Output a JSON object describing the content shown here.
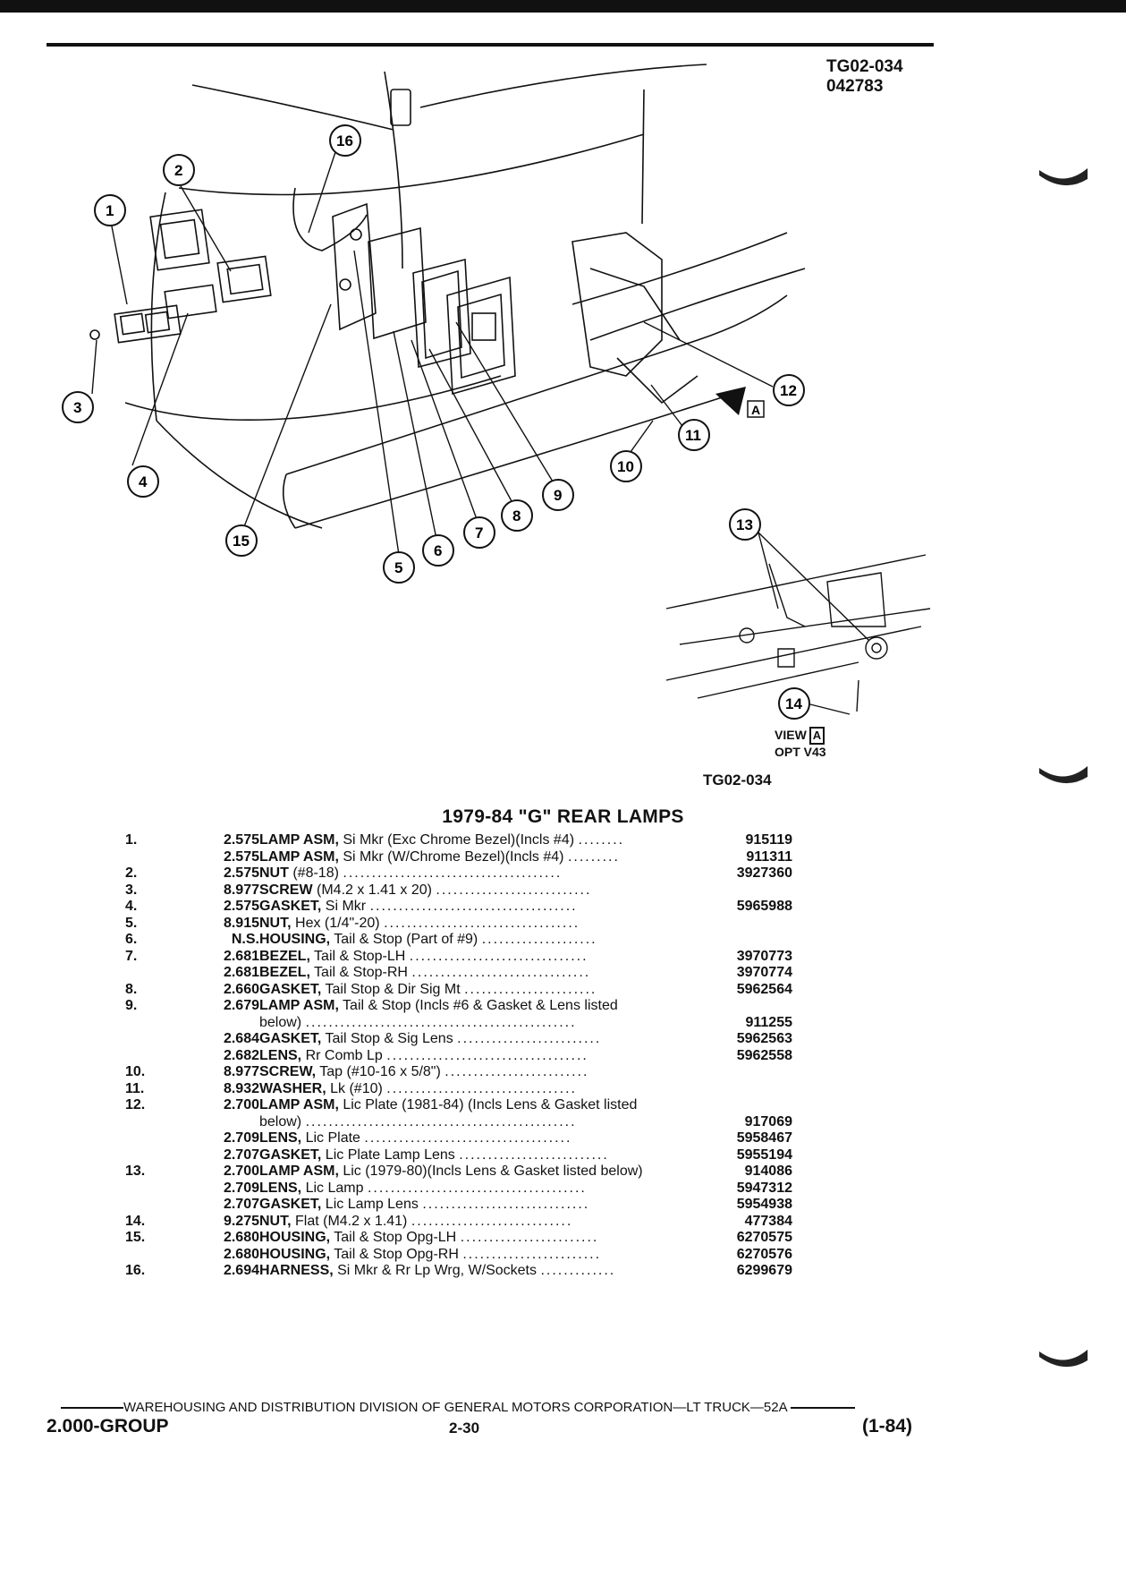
{
  "header": {
    "ref_code": "TG02-034",
    "ref_number": "042783"
  },
  "figure": {
    "caption": "TG02-034",
    "view_label": "VIEW",
    "view_letter": "A",
    "view_option": "OPT V43",
    "callouts": [
      "1",
      "2",
      "3",
      "4",
      "5",
      "6",
      "7",
      "8",
      "9",
      "10",
      "11",
      "12",
      "13",
      "14",
      "15",
      "16"
    ]
  },
  "title": "1979-84 \"G\" REAR LAMPS",
  "parts": [
    {
      "idx": "1.",
      "grp": "2.575",
      "name": "LAMP ASM,",
      "detail": " Si Mkr (Exc Chrome Bezel)(Incls #4)",
      "dots": "........",
      "pn": "915119"
    },
    {
      "idx": "",
      "grp": "2.575",
      "name": "LAMP ASM,",
      "detail": " Si Mkr (W/Chrome Bezel)(Incls #4)",
      "dots": ".........",
      "pn": "911311"
    },
    {
      "idx": "2.",
      "grp": "2.575",
      "name": "NUT",
      "detail": " (#8-18)",
      "dots": "......................................",
      "pn": "3927360"
    },
    {
      "idx": "3.",
      "grp": "8.977",
      "name": "SCREW",
      "detail": " (M4.2 x 1.41 x 20)",
      "dots": "...........................",
      "pn": ""
    },
    {
      "idx": "4.",
      "grp": "2.575",
      "name": "GASKET,",
      "detail": " Si Mkr",
      "dots": "....................................",
      "pn": "5965988"
    },
    {
      "idx": "5.",
      "grp": "8.915",
      "name": "NUT,",
      "detail": " Hex (1/4\"-20)",
      "dots": "..................................",
      "pn": ""
    },
    {
      "idx": "6.",
      "grp": "N.S.",
      "name": "HOUSING,",
      "detail": " Tail & Stop (Part of #9)",
      "dots": "....................",
      "pn": ""
    },
    {
      "idx": "7.",
      "grp": "2.681",
      "name": "BEZEL,",
      "detail": " Tail & Stop-LH",
      "dots": "...............................",
      "pn": "3970773"
    },
    {
      "idx": "",
      "grp": "2.681",
      "name": "BEZEL,",
      "detail": " Tail & Stop-RH",
      "dots": "...............................",
      "pn": "3970774"
    },
    {
      "idx": "8.",
      "grp": "2.660",
      "name": "GASKET,",
      "detail": " Tail Stop & Dir Sig Mt",
      "dots": ".......................",
      "pn": "5962564"
    },
    {
      "idx": "9.",
      "grp": "2.679",
      "name": "LAMP ASM,",
      "detail": " Tail & Stop (Incls #6 & Gasket & Lens listed",
      "dots": "",
      "pn": ""
    },
    {
      "idx": "",
      "grp": "",
      "name": "",
      "detail": "below)",
      "dots": "...............................................",
      "pn": "911255"
    },
    {
      "idx": "",
      "grp": "2.684",
      "name": "GASKET,",
      "detail": " Tail Stop & Sig Lens",
      "dots": ".........................",
      "pn": "5962563"
    },
    {
      "idx": "",
      "grp": "2.682",
      "name": "LENS,",
      "detail": " Rr Comb Lp",
      "dots": "...................................",
      "pn": "5962558"
    },
    {
      "idx": "10.",
      "grp": "8.977",
      "name": "SCREW,",
      "detail": " Tap (#10-16 x 5/8\")",
      "dots": ".........................",
      "pn": ""
    },
    {
      "idx": "11.",
      "grp": "8.932",
      "name": "WASHER,",
      "detail": " Lk (#10)",
      "dots": ".................................",
      "pn": ""
    },
    {
      "idx": "12.",
      "grp": "2.700",
      "name": "LAMP ASM,",
      "detail": " Lic Plate (1981-84) (Incls Lens & Gasket listed",
      "dots": "",
      "pn": ""
    },
    {
      "idx": "",
      "grp": "",
      "name": "",
      "detail": "below)",
      "dots": "...............................................",
      "pn": "917069"
    },
    {
      "idx": "",
      "grp": "2.709",
      "name": "LENS,",
      "detail": " Lic Plate",
      "dots": "....................................",
      "pn": "5958467"
    },
    {
      "idx": "",
      "grp": "2.707",
      "name": "GASKET,",
      "detail": " Lic Plate Lamp Lens",
      "dots": "..........................",
      "pn": "5955194"
    },
    {
      "idx": "13.",
      "grp": "2.700",
      "name": "LAMP ASM,",
      "detail": " Lic (1979-80)(Incls Lens & Gasket listed below)",
      "dots": "",
      "pn": "914086"
    },
    {
      "idx": "",
      "grp": "2.709",
      "name": "LENS,",
      "detail": " Lic Lamp",
      "dots": "......................................",
      "pn": "5947312"
    },
    {
      "idx": "",
      "grp": "2.707",
      "name": "GASKET,",
      "detail": " Lic Lamp Lens",
      "dots": ".............................",
      "pn": "5954938"
    },
    {
      "idx": "14.",
      "grp": "9.275",
      "name": "NUT,",
      "detail": " Flat (M4.2 x 1.41)",
      "dots": "............................",
      "pn": "477384"
    },
    {
      "idx": "15.",
      "grp": "2.680",
      "name": "HOUSING,",
      "detail": " Tail & Stop Opg-LH",
      "dots": "........................",
      "pn": "6270575"
    },
    {
      "idx": "",
      "grp": "2.680",
      "name": "HOUSING,",
      "detail": " Tail & Stop Opg-RH",
      "dots": "........................",
      "pn": "6270576"
    },
    {
      "idx": "16.",
      "grp": "2.694",
      "name": "HARNESS,",
      "detail": " Si Mkr & Rr Lp Wrg, W/Sockets",
      "dots": ".............",
      "pn": "6299679"
    }
  ],
  "footer": {
    "line": "WAREHOUSING AND DISTRIBUTION  DIVISION OF GENERAL MOTORS CORPORATION—LT TRUCK—52A",
    "group": "2.000-GROUP",
    "page": "2-30",
    "date": "(1-84)"
  }
}
